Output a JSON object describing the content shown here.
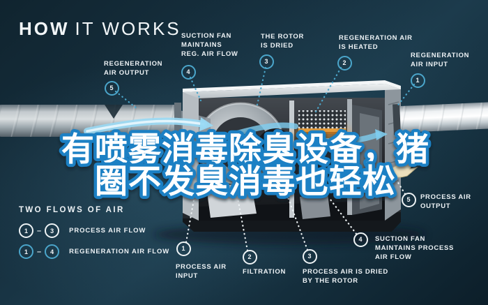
{
  "title": {
    "word_bold": "HOW",
    "word_light": "IT WORKS"
  },
  "headline": {
    "line1": "有喷雾消毒除臭设备，猪",
    "line2": "圈不发臭消毒也轻松",
    "fill": "#ffffff",
    "stroke": "#1a80c4"
  },
  "callouts": {
    "reg_output": {
      "num": "5",
      "label": "REGENERATION\nAIR OUTPUT"
    },
    "reg_fan": {
      "num": "4",
      "label": "SUCTION FAN\nMAINTAINS\nREG. AIR FLOW"
    },
    "rotor_dried": {
      "num": "3",
      "label": "THE ROTOR\nIS DRIED"
    },
    "reg_heated": {
      "num": "2",
      "label": "REGENERATION AIR\nIS HEATED"
    },
    "reg_input": {
      "num": "1",
      "label": "REGENERATION\nAIR INPUT"
    },
    "proc_input": {
      "num": "1",
      "label": "PROCESS AIR\nINPUT"
    },
    "filtration": {
      "num": "2",
      "label": "FILTRATION"
    },
    "proc_dried": {
      "num": "3",
      "label": "PROCESS AIR IS DRIED\nBY THE ROTOR"
    },
    "proc_fan": {
      "num": "4",
      "label": "SUCTION FAN\nMAINTAINS PROCESS\nAIR FLOW"
    },
    "proc_output": {
      "num": "5",
      "label": "PROCESS AIR\nOUTPUT"
    }
  },
  "legend": {
    "title": "TWO FLOWS OF AIR",
    "process": {
      "from": "1",
      "dash": "–",
      "to": "3",
      "label": "PROCESS AIR FLOW"
    },
    "regeneration": {
      "from": "1",
      "dash": "–",
      "to": "4",
      "label": "REGENERATION AIR FLOW"
    }
  },
  "colors": {
    "background": "#16303f",
    "process_marker": "#eef3f5",
    "regeneration_marker": "#4ba6cb",
    "heater_glow": "#e59b3a",
    "airflow_blue": "#9ad9f4",
    "output_arrow_beige": "#ece0bd"
  }
}
